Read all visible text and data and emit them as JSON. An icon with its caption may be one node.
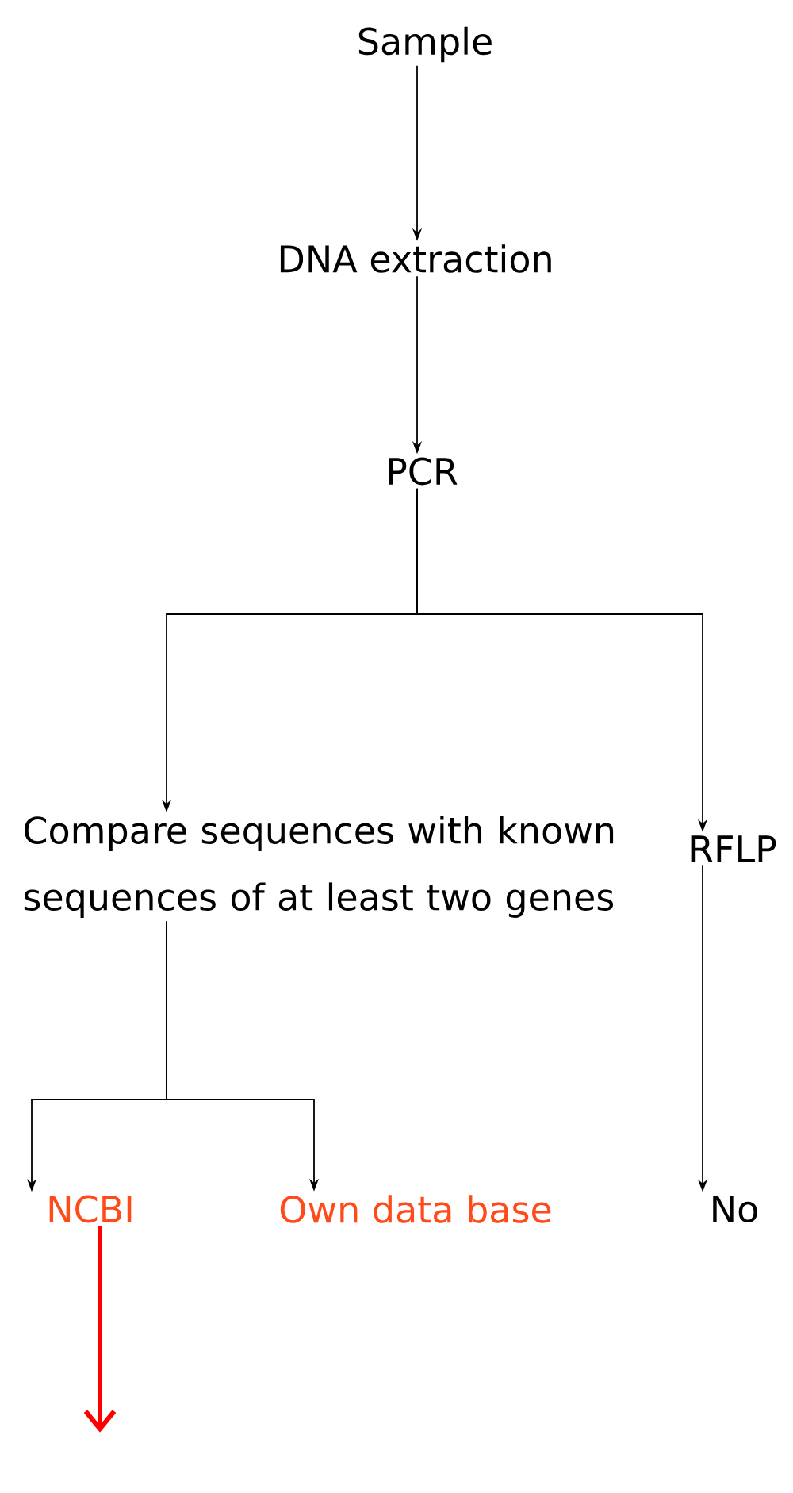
{
  "diagram": {
    "nodes": [
      {
        "text": [
          "Sample"
        ]
      },
      {
        "text": [
          "DNA extraction"
        ]
      },
      {
        "text": [
          "PCR"
        ]
      },
      {
        "text": [
          "Compare sequences with known sequences of at least two genes"
        ]
      },
      {
        "text": [
          "RFLP"
        ]
      },
      {
        "text": [
          "NCBI"
        ]
      },
      {
        "text": [
          "Own data base"
        ]
      },
      {
        "text": [
          "No"
        ]
      }
    ],
    "edges": [
      {
        "from": 0,
        "to": 1,
        "arrow": "to"
      },
      {
        "from": 1,
        "to": 2,
        "arrow": "to"
      },
      {
        "from": 2,
        "to": 3,
        "arrow": "to"
      },
      {
        "from": 2,
        "to": 4,
        "arrow": "to"
      },
      {
        "from": 3,
        "to": 5,
        "arrow": "to"
      },
      {
        "from": 3,
        "to": 6,
        "arrow": "to"
      },
      {
        "from": 4,
        "to": 7,
        "arrow": "to"
      },
      {
        "from": 5,
        "to": null,
        "arrow": "to",
        "style": "thick",
        "color": "#ff0000"
      }
    ]
  }
}
